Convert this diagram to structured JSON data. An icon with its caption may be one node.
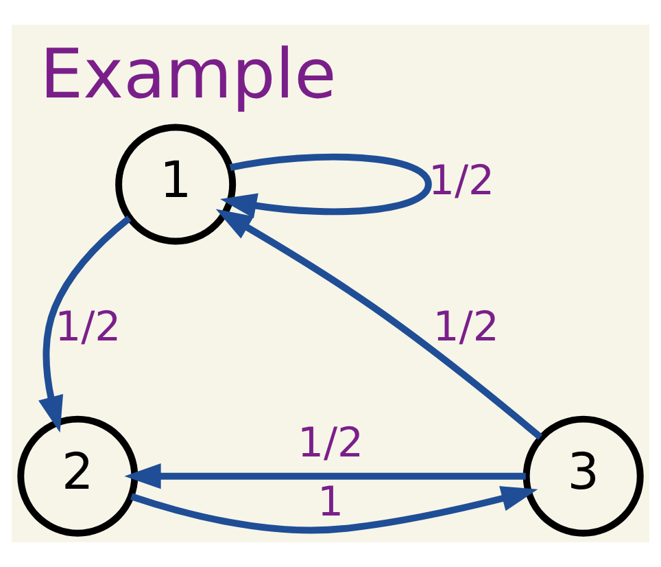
{
  "diagram": {
    "title": "Example",
    "nodes": [
      {
        "text": [
          "1"
        ]
      },
      {
        "text": [
          "2"
        ]
      },
      {
        "text": [
          "3"
        ]
      }
    ],
    "edges": [
      {
        "from": 0,
        "to": 0,
        "arrow": "to",
        "label": "1/2"
      },
      {
        "from": 0,
        "to": 1,
        "arrow": "to",
        "label": "1/2"
      },
      {
        "from": 2,
        "to": 0,
        "arrow": "to",
        "label": "1/2"
      },
      {
        "from": 2,
        "to": 1,
        "arrow": "to",
        "label": "1/2"
      },
      {
        "from": 1,
        "to": 2,
        "arrow": "to",
        "label": "1"
      }
    ]
  }
}
